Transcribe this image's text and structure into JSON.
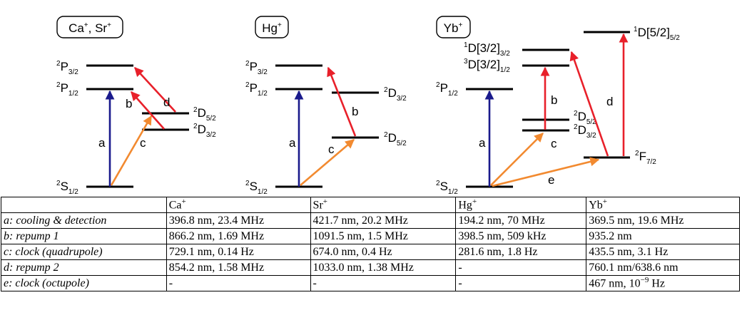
{
  "panels": [
    {
      "tag": {
        "base": "Ca",
        "sup": "+",
        "sep": ", ",
        "base2": "Sr",
        "sup2": "+"
      },
      "levels": {
        "p32": {
          "sup": "2",
          "base": "P",
          "sub": "3/2"
        },
        "p12": {
          "sup": "2",
          "base": "P",
          "sub": "1/2"
        },
        "d52": {
          "sup": "2",
          "base": "D",
          "sub": "5/2"
        },
        "d32": {
          "sup": "2",
          "base": "D",
          "sub": "3/2"
        },
        "s12": {
          "sup": "2",
          "base": "S",
          "sub": "1/2"
        }
      },
      "arrows": {
        "a": "a",
        "b": "b",
        "c": "c",
        "d": "d"
      }
    },
    {
      "tag": {
        "base": "Hg",
        "sup": "+"
      },
      "levels": {
        "p32": {
          "sup": "2",
          "base": "P",
          "sub": "3/2"
        },
        "p12": {
          "sup": "2",
          "base": "P",
          "sub": "1/2"
        },
        "d32": {
          "sup": "2",
          "base": "D",
          "sub": "3/2"
        },
        "d52": {
          "sup": "2",
          "base": "D",
          "sub": "5/2"
        },
        "s12": {
          "sup": "2",
          "base": "S",
          "sub": "1/2"
        }
      },
      "arrows": {
        "a": "a",
        "b": "b",
        "c": "c"
      }
    },
    {
      "tag": {
        "base": "Yb",
        "sup": "+"
      },
      "levels": {
        "d1_52": {
          "sup": "1",
          "base": "D[5/2]",
          "sub": "5/2"
        },
        "d1_32": {
          "sup": "1",
          "base": "D[3/2]",
          "sub": "3/2"
        },
        "d3_32": {
          "sup": "3",
          "base": "D[3/2]",
          "sub": "1/2"
        },
        "p12": {
          "sup": "2",
          "base": "P",
          "sub": "1/2"
        },
        "d52": {
          "sup": "2",
          "base": "D",
          "sub": "5/2"
        },
        "d32": {
          "sup": "2",
          "base": "D",
          "sub": "3/2"
        },
        "f72": {
          "sup": "2",
          "base": "F",
          "sub": "7/2"
        },
        "s12": {
          "sup": "2",
          "base": "S",
          "sub": "1/2"
        }
      },
      "arrows": {
        "a": "a",
        "b": "b",
        "c": "c",
        "d": "d",
        "e": "e"
      }
    }
  ],
  "colors": {
    "cooling": "#1a1a8c",
    "repump": "#e8202a",
    "clock": "#f28a30",
    "level": "#000000"
  },
  "table": {
    "header": [
      {
        "base": "",
        "sup": ""
      },
      {
        "base": "Ca",
        "sup": "+"
      },
      {
        "base": "Sr",
        "sup": "+"
      },
      {
        "base": "Hg",
        "sup": "+"
      },
      {
        "base": "Yb",
        "sup": "+"
      }
    ],
    "rows": [
      {
        "label": "a: cooling & detection",
        "cells": [
          {
            "text": "396.8 nm, 23.4 MHz"
          },
          {
            "text": "421.7 nm, 20.2 MHz"
          },
          {
            "text": "194.2 nm, 70 MHz"
          },
          {
            "text": "369.5 nm, 19.6 MHz"
          }
        ]
      },
      {
        "label": "b: repump 1",
        "cells": [
          {
            "text": "866.2 nm, 1.69 MHz"
          },
          {
            "text": "1091.5 nm, 1.5 MHz"
          },
          {
            "text": "398.5 nm, 509 kHz"
          },
          {
            "text": "935.2 nm"
          }
        ]
      },
      {
        "label": "c: clock (quadrupole)",
        "cells": [
          {
            "text": "729.1 nm, 0.14 Hz"
          },
          {
            "text": "674.0 nm, 0.4 Hz"
          },
          {
            "text": "281.6 nm, 1.8 Hz"
          },
          {
            "text": "435.5 nm, 3.1 Hz"
          }
        ]
      },
      {
        "label": "d: repump 2",
        "cells": [
          {
            "text": "854.2 nm, 1.58 MHz"
          },
          {
            "text": "1033.0 nm, 1.38 MHz"
          },
          {
            "text": "-"
          },
          {
            "text": "760.1 nm/638.6 nm"
          }
        ]
      },
      {
        "label": "e: clock (octupole)",
        "cells": [
          {
            "text": "-"
          },
          {
            "text": "-"
          },
          {
            "text": "-"
          },
          {
            "text": "467 nm, 10",
            "sup": "−9",
            "tail": " Hz"
          }
        ]
      }
    ]
  }
}
